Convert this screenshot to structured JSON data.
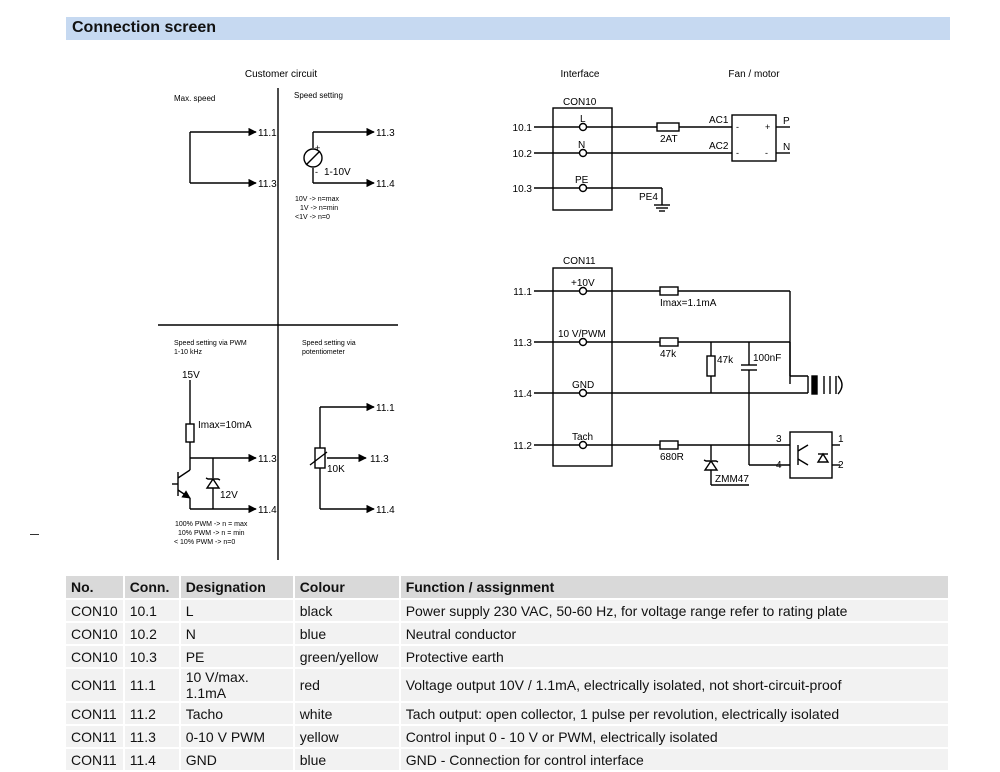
{
  "page": {
    "title": "Connection screen"
  },
  "customer_circuit": {
    "heading": "Customer circuit",
    "max_speed": {
      "label": "Max. speed",
      "term_a": "11.1",
      "term_b": "11.3"
    },
    "speed_setting": {
      "label": "Speed setting",
      "term_a": "11.3",
      "term_b": "11.4",
      "source": "1-10V",
      "plus": "+",
      "minus": "-",
      "notes": [
        "10V -> n=max",
        "1V -> n=min",
        "<1V -> n=0"
      ]
    },
    "pwm": {
      "label_1": "Speed setting via PWM",
      "label_2": "1-10 kHz",
      "supply": "15V",
      "resistor": "Imax=10mA",
      "zener": "12V",
      "term_a": "11.3",
      "term_b": "11.4",
      "notes": [
        "100% PWM -> n = max",
        "10% PWM -> n = min",
        "< 10% PWM -> n=0"
      ]
    },
    "potentiometer": {
      "label_1": "Speed setting via",
      "label_2": "potentiometer",
      "value": "10K",
      "term_a": "11.1",
      "term_b": "11.3",
      "term_c": "11.4"
    }
  },
  "interface": {
    "heading": "Interface",
    "fan_heading": "Fan / motor",
    "con10": {
      "name": "CON10",
      "pins": [
        {
          "term": "10.1",
          "name": "L"
        },
        {
          "term": "10.2",
          "name": "N"
        },
        {
          "term": "10.3",
          "name": "PE"
        }
      ],
      "fuse": "2AT",
      "ac1": "AC1",
      "ac2": "AC2",
      "p": "P",
      "n": "N",
      "pe_label": "PE4",
      "plus": "+",
      "minus": "-"
    },
    "con11": {
      "name": "CON11",
      "pins": [
        {
          "term": "11.1",
          "name": "+10V"
        },
        {
          "term": "11.3",
          "name": "10 V/PWM"
        },
        {
          "term": "11.4",
          "name": "GND"
        },
        {
          "term": "11.2",
          "name": "Tach"
        }
      ],
      "r_imax": "Imax=1.1mA",
      "r_47k_a": "47k",
      "r_47k_b": "47k",
      "cap": "100nF",
      "r_680": "680R",
      "zener": "ZMM47",
      "opto": [
        "3",
        "4",
        "1",
        "2"
      ]
    }
  },
  "table": {
    "headers": [
      "No.",
      "Conn.",
      "Designation",
      "Colour",
      "Function / assignment"
    ],
    "rows": [
      [
        "CON10",
        "10.1",
        "L",
        "black",
        "Power supply 230 VAC, 50-60 Hz, for voltage range refer to rating plate"
      ],
      [
        "CON10",
        "10.2",
        "N",
        "blue",
        "Neutral conductor"
      ],
      [
        "CON10",
        "10.3",
        "PE",
        "green/yellow",
        "Protective earth"
      ],
      [
        "CON11",
        "11.1",
        "10 V/max. 1.1mA",
        "red",
        "Voltage output 10V / 1.1mA, electrically isolated, not short-circuit-proof"
      ],
      [
        "CON11",
        "11.2",
        "Tacho",
        "white",
        "Tach output: open collector, 1 pulse per revolution, electrically isolated"
      ],
      [
        "CON11",
        "11.3",
        "0-10 V PWM",
        "yellow",
        "Control input 0 - 10 V or PWM, electrically isolated"
      ],
      [
        "CON11",
        "11.4",
        "GND",
        "blue",
        "GND - Connection for control interface"
      ]
    ]
  }
}
